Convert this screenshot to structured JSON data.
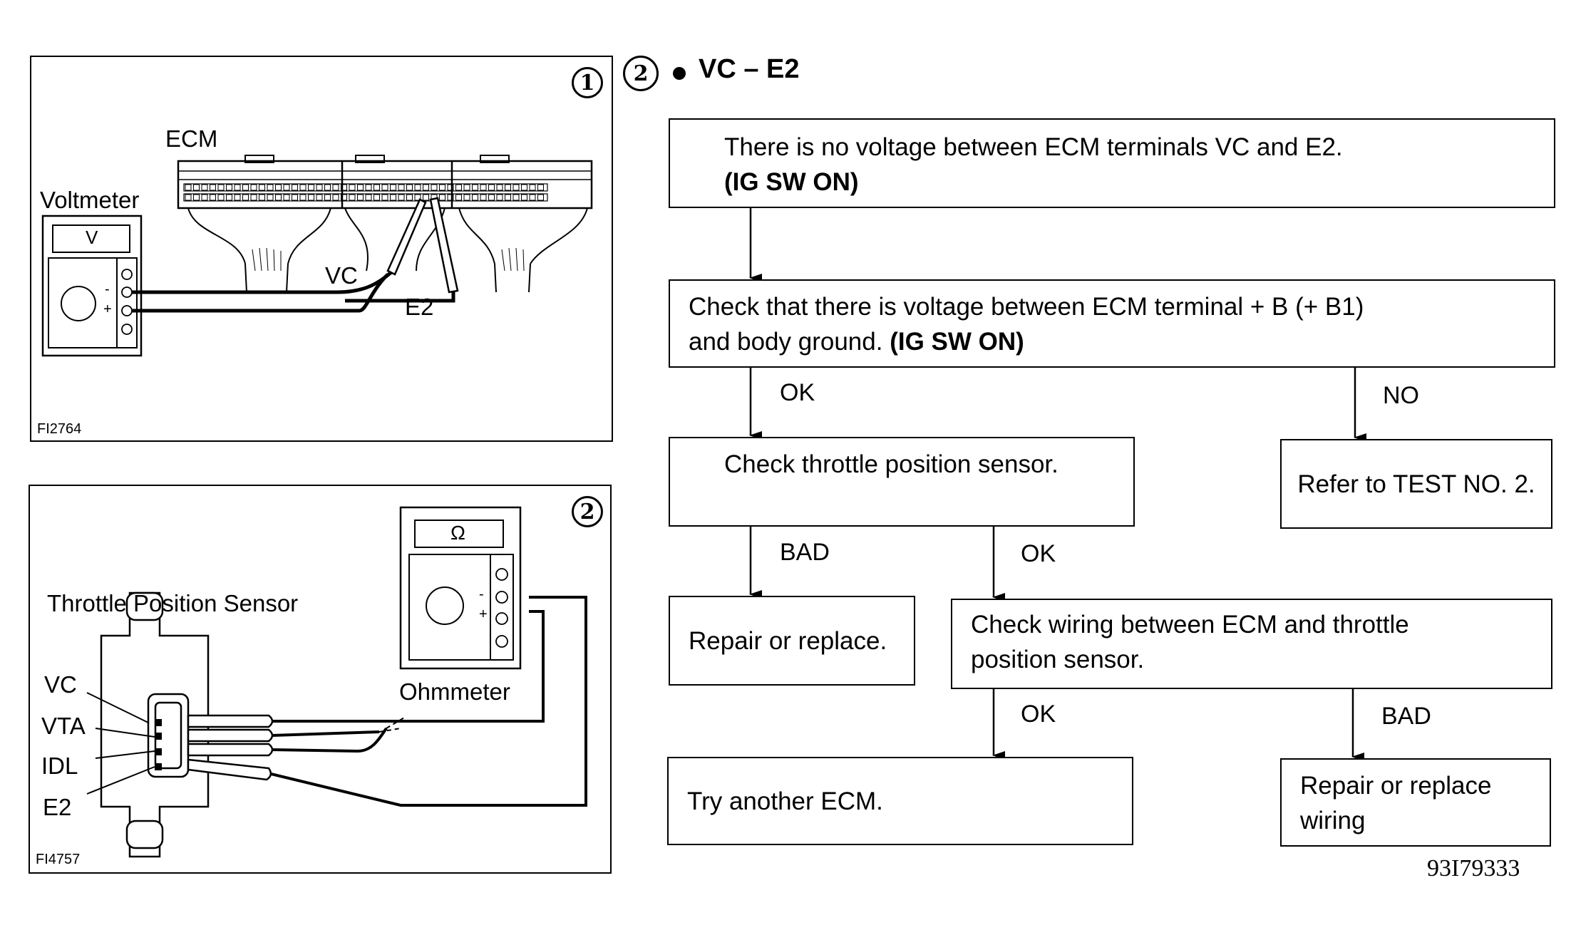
{
  "left_panels": {
    "panel1": {
      "number": "1",
      "ecm_label": "ECM",
      "voltmeter_label": "Voltmeter",
      "voltmeter_display": "V",
      "vc_label": "VC",
      "e2_label": "E2",
      "minus_sign": "-",
      "plus_sign": "+",
      "figure_code": "FI2764"
    },
    "panel2": {
      "number": "2",
      "sensor_label": "Throttle Position Sensor",
      "ohmmeter_label": "Ohmmeter",
      "ohmmeter_display": "Ω",
      "minus_sign": "-",
      "plus_sign": "+",
      "terminals": [
        "VC",
        "VTA",
        "IDL",
        "E2"
      ],
      "figure_code": "FI4757"
    }
  },
  "flowchart": {
    "step_number": "2",
    "heading": "VC – E2",
    "box1": {
      "line1": "There is no voltage between ECM terminals VC and E2.",
      "line2": "(IG SW ON)"
    },
    "box2": {
      "line1": "Check that there is voltage between ECM terminal + B (+ B1)",
      "line2": "and body ground.",
      "line2_bold": "(IG SW ON)"
    },
    "box3": {
      "text": "Check throttle position sensor."
    },
    "box4": {
      "text": "Refer to TEST NO. 2."
    },
    "box5": {
      "text": "Repair or replace."
    },
    "box6": {
      "line1": "Check wiring between ECM and throttle",
      "line2": "position sensor."
    },
    "box7": {
      "text": "Try another ECM."
    },
    "box8": {
      "line1": "Repair or replace",
      "line2": "wiring"
    },
    "labels": {
      "ok1": "OK",
      "no1": "NO",
      "bad1": "BAD",
      "ok2": "OK",
      "ok3": "OK",
      "bad2": "BAD"
    }
  },
  "document_code": "93I79333"
}
